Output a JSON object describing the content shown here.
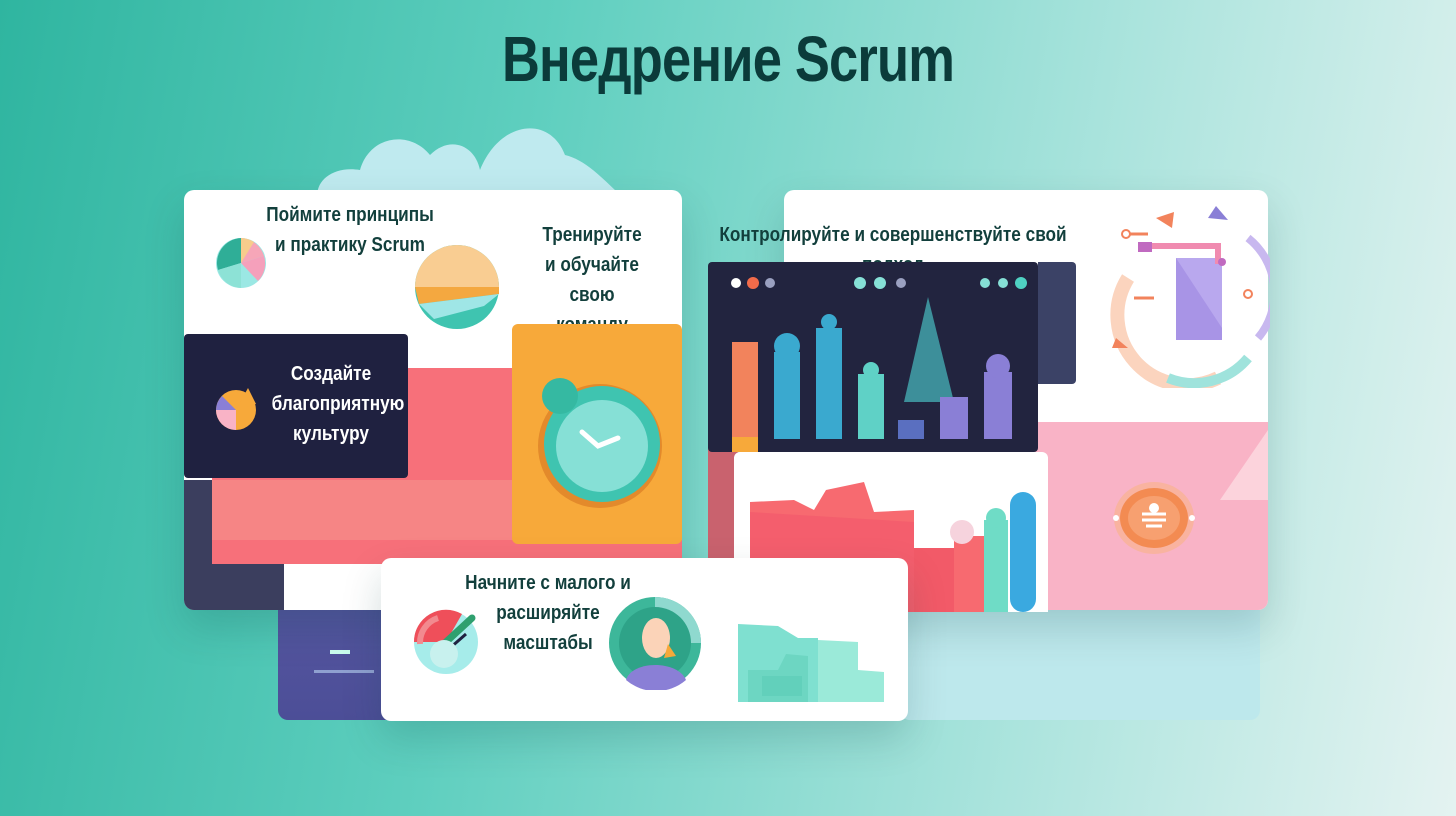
{
  "title": "Внедрение Scrum",
  "cards": {
    "principles": "Поймите принципы и практику Scrum",
    "train": "Тренируйте и обучайте свою команду",
    "culture": "Создайте благоприятную культуру",
    "control": "Контролируйте и совершенствуйте свой подход",
    "start": "Начните с малого и расширяйте масштабы"
  },
  "colors": {
    "accent_orange": "#f7a93a",
    "accent_coral": "#f76a70",
    "navy": "#1f2140",
    "teal": "#3fc4b0",
    "pink": "#f9b3c6",
    "purple": "#8a7fd6"
  }
}
